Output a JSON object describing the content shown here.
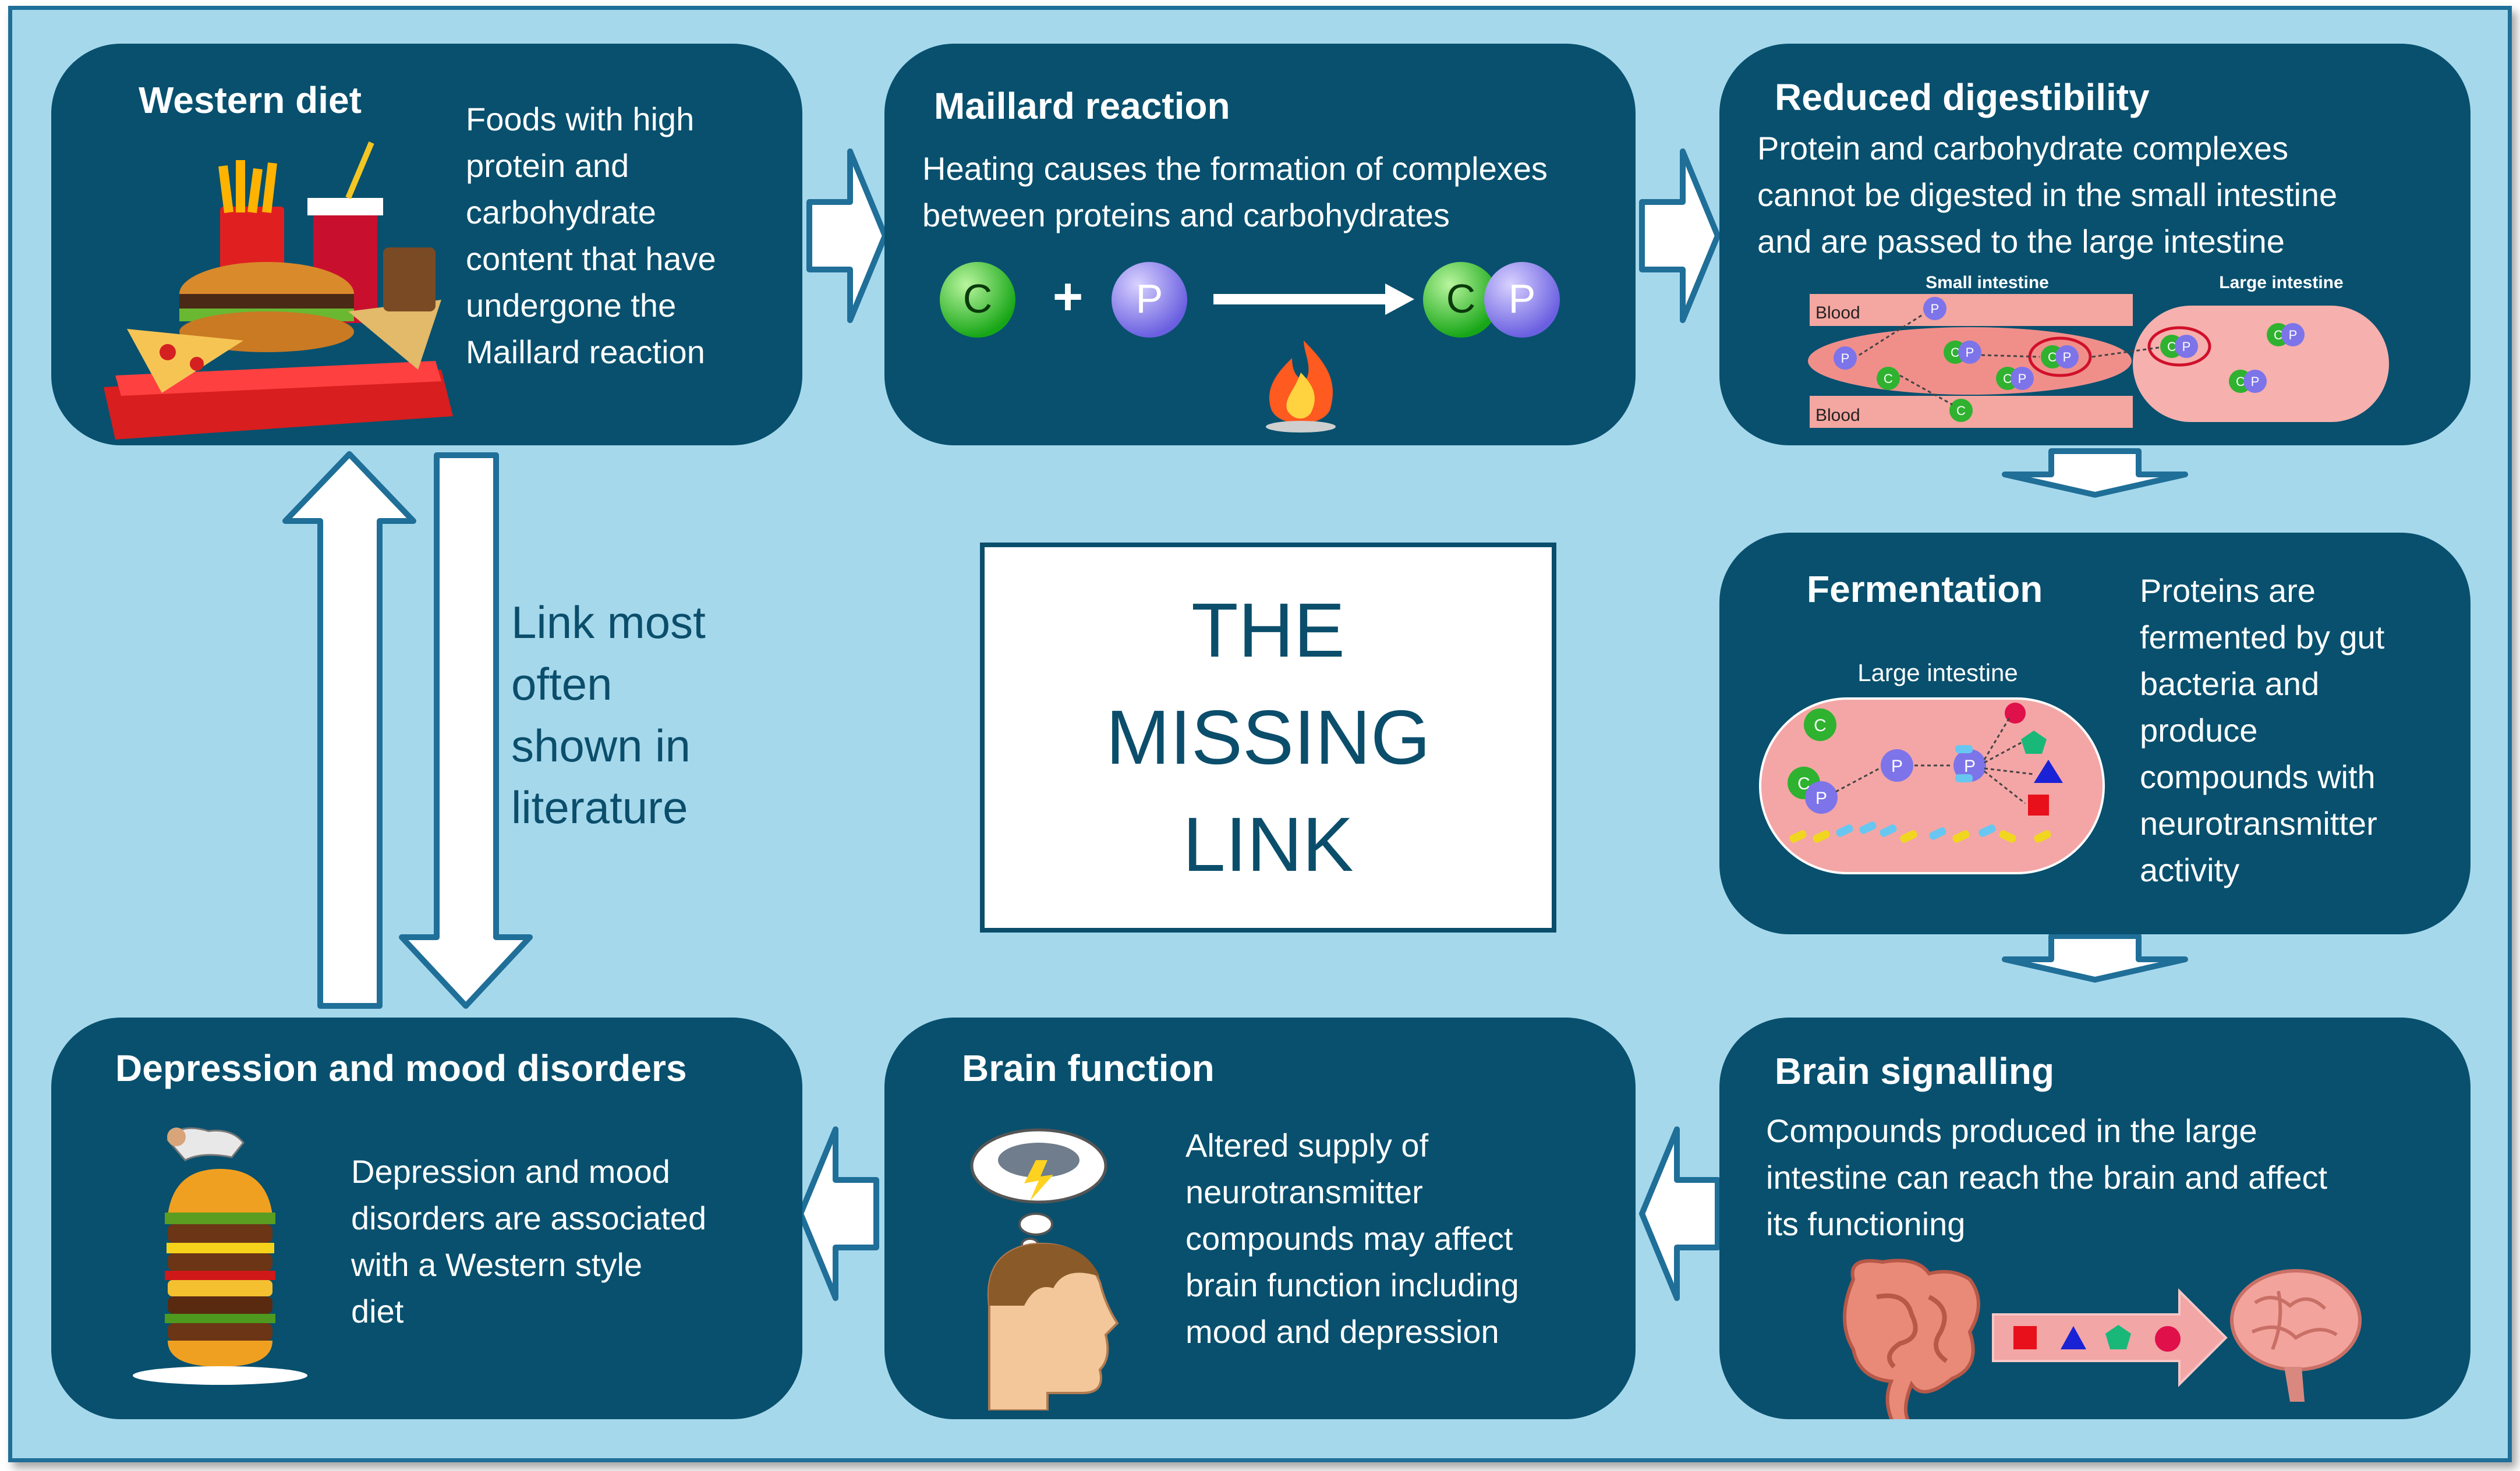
{
  "cards": {
    "western_diet": {
      "title": "Western diet",
      "desc": [
        "Foods with high",
        "protein and",
        "carbohydrate",
        "content that have",
        "undergone the",
        "Maillard reaction"
      ]
    },
    "maillard": {
      "title": "Maillard reaction",
      "desc": [
        "Heating causes the formation of complexes",
        "between proteins and carbohydrates"
      ]
    },
    "digestibility": {
      "title": "Reduced digestibility",
      "desc": [
        "Protein and carbohydrate complexes",
        "cannot be digested in the small intestine",
        "and are passed to the large intestine"
      ]
    },
    "fermentation": {
      "title": "Fermentation",
      "desc": [
        "Proteins are",
        "fermented by gut",
        "bacteria and",
        "produce",
        "compounds with",
        "neurotransmitter",
        "activity"
      ]
    },
    "brain_signalling": {
      "title": "Brain signalling",
      "desc": [
        "Compounds produced in the large",
        "intestine can reach the brain and  affect",
        "its functioning"
      ]
    },
    "brain_function": {
      "title": "Brain function",
      "desc": [
        "Altered supply of",
        "neurotransmitter",
        "compounds may affect",
        "brain function including",
        "mood and depression"
      ]
    },
    "depression": {
      "title": "Depression and mood disorders",
      "desc": [
        "Depression and mood",
        "disorders are associated",
        "with a Western style",
        "diet"
      ]
    }
  },
  "center": {
    "lines": [
      "THE",
      "MISSING",
      "LINK"
    ]
  },
  "side_label": [
    "Link most",
    "often",
    "shown in",
    "literature"
  ],
  "molecules": {
    "carbohydrate": "C",
    "protein": "P",
    "plus": "+"
  },
  "labels": {
    "small_intestine": "Small intestine",
    "large_intestine": "Large intestine",
    "blood": "Blood"
  },
  "icons": [
    "fast-food-tray-icon",
    "fire-icon",
    "intestine-icon",
    "brain-icon",
    "head-storm-icon",
    "burger-stack-icon"
  ],
  "colors": {
    "card": "#08506e",
    "background": "#a6d8ec",
    "arrow_stroke": "#1f6f98",
    "text_dark": "#0b4e6b",
    "carb_green": "#3fc23f",
    "protein_purple": "#8a82f0",
    "intestine_pink": "#f2a6a6"
  }
}
